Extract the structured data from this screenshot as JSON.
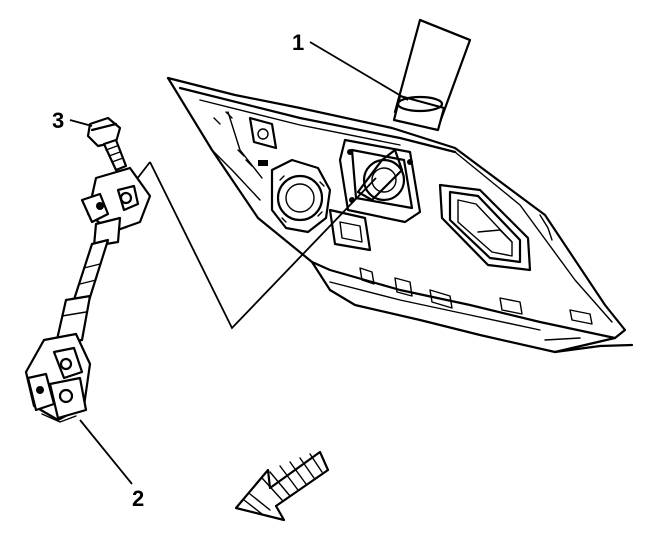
{
  "callouts": {
    "c1": "1",
    "c2": "2",
    "c3": "3"
  },
  "colors": {
    "line": "#000000",
    "background": "#ffffff"
  },
  "icons": {
    "direction_arrow": "front-direction-arrow-icon"
  }
}
